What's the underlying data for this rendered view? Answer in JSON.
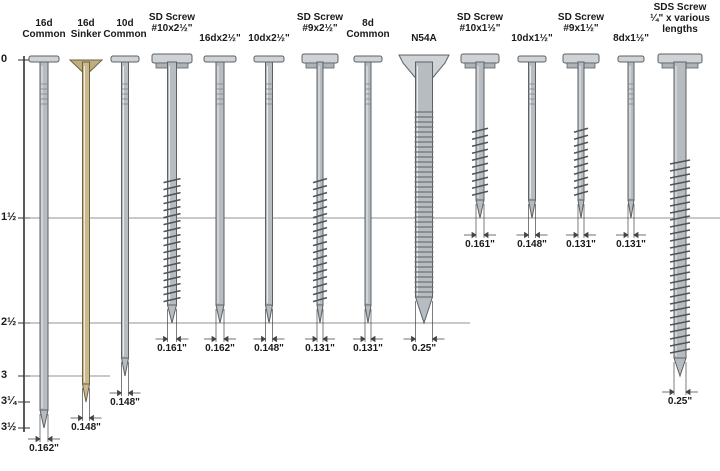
{
  "scale_ticks": [
    "0",
    "1½",
    "2½",
    "3",
    "3¼",
    "3½"
  ],
  "fasteners": [
    {
      "label": [
        "16d",
        "Common"
      ],
      "diameter": "0.162\"",
      "kind": "nail",
      "color": "#b7bcc1"
    },
    {
      "label": [
        "16d",
        "Sinker"
      ],
      "diameter": "0.148\"",
      "kind": "sinker",
      "color": "#c9b98d"
    },
    {
      "label": [
        "10d",
        "Common"
      ],
      "diameter": "0.148\"",
      "kind": "nail",
      "color": "#b7bcc1"
    },
    {
      "label": [
        "SD Screw",
        "#10x2½\""
      ],
      "diameter": "0.161\"",
      "kind": "screw",
      "color": "#b7bcc1"
    },
    {
      "label": [
        "16dx2½\""
      ],
      "diameter": "0.162\"",
      "kind": "nail",
      "color": "#b7bcc1"
    },
    {
      "label": [
        "10dx2½\""
      ],
      "diameter": "0.148\"",
      "kind": "nail",
      "color": "#b7bcc1"
    },
    {
      "label": [
        "SD Screw",
        "#9x2½\""
      ],
      "diameter": "0.131\"",
      "kind": "screw",
      "color": "#b7bcc1"
    },
    {
      "label": [
        "8d",
        "Common"
      ],
      "diameter": "0.131\"",
      "kind": "nail",
      "color": "#b7bcc1"
    },
    {
      "label": [
        "N54A"
      ],
      "diameter": "0.25\"",
      "kind": "annular",
      "color": "#b7bcc1"
    },
    {
      "label": [
        "SD Screw",
        "#10x1½\""
      ],
      "diameter": "0.161\"",
      "kind": "screw",
      "color": "#b7bcc1"
    },
    {
      "label": [
        "10dx1½\""
      ],
      "diameter": "0.148\"",
      "kind": "nail",
      "color": "#b7bcc1"
    },
    {
      "label": [
        "SD Screw",
        "#9x1½\""
      ],
      "diameter": "0.131\"",
      "kind": "screw",
      "color": "#b7bcc1"
    },
    {
      "label": [
        "8dx1½\""
      ],
      "diameter": "0.131\"",
      "kind": "nail",
      "color": "#b7bcc1"
    },
    {
      "label": [
        "SDS Screw",
        "¼\" x various",
        "lengths"
      ],
      "diameter": "0.25\"",
      "kind": "lag",
      "color": "#b7bcc1"
    }
  ]
}
